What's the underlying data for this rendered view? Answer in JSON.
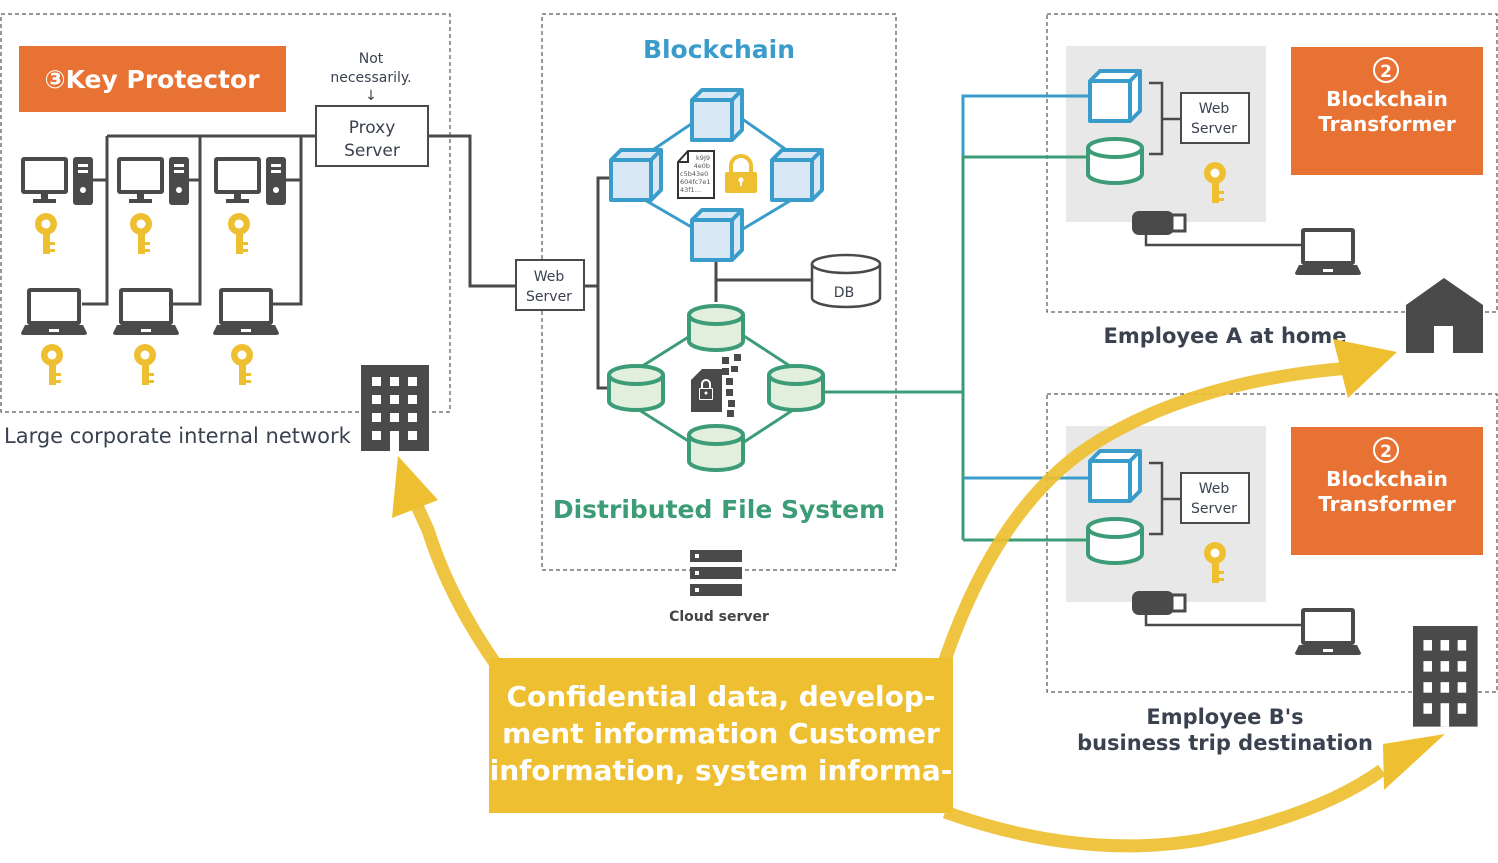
{
  "colors": {
    "orange": "#e87233",
    "yellow": "#eebf30",
    "blue": "#3a9ccb",
    "blue_fill": "#d9e8f5",
    "green": "#3d9c78",
    "green_fill": "#e2efdc",
    "dark": "#4a4a4a",
    "panel_gray": "#e8e8e8",
    "text": "#3a4250"
  },
  "corporate": {
    "badge": "③Key Protector",
    "proxy_note_line1": "Not",
    "proxy_note_line2": "necessarily.",
    "proxy_note_arrow": "↓",
    "proxy_line1": "Proxy",
    "proxy_line2": "Server",
    "label": "Large corporate internal network"
  },
  "cloud": {
    "web_server_line1": "Web",
    "web_server_line2": "Server",
    "blockchain_title": "Blockchain",
    "document_lines": [
      "k9J9",
      "4e0b",
      "c5b43e0",
      "604fc7e1",
      "43f1…"
    ],
    "db_label": "DB",
    "dfs_title": "Distributed File System",
    "cloud_label": "Cloud server"
  },
  "employee_a": {
    "badge_number": "②",
    "badge_line1": "Blockchain",
    "badge_line2": "Transformer",
    "web_server_line1": "Web",
    "web_server_line2": "Server",
    "label": "Employee A at home"
  },
  "employee_b": {
    "badge_number": "②",
    "badge_line1": "Blockchain",
    "badge_line2": "Transformer",
    "web_server_line1": "Web",
    "web_server_line2": "Server",
    "label_line1": "Employee B's",
    "label_line2": "business trip destination"
  },
  "callout": {
    "line1": "Confidential data, develop-",
    "line2": "ment information Customer",
    "line3": "information, system informa-"
  }
}
